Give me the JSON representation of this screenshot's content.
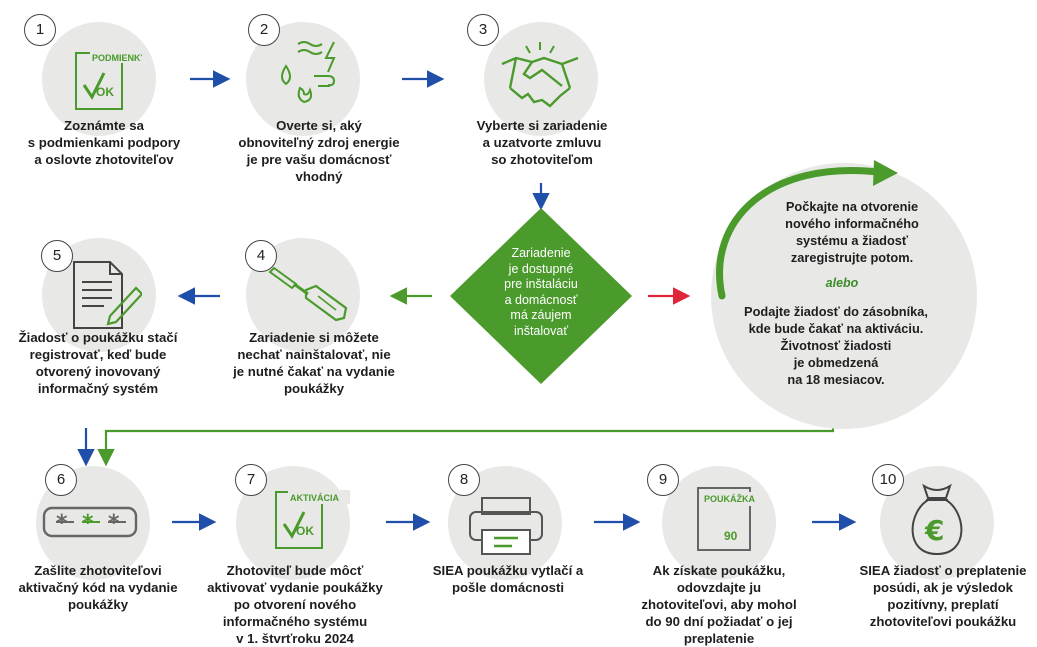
{
  "colors": {
    "green": "#4a9a2c",
    "blue": "#1f4fa8",
    "red": "#e0243a",
    "circle_bg": "#e8e8e6",
    "diamond": "#4a9a2c"
  },
  "steps": [
    {
      "num": "1",
      "caption": [
        "Zoznámte sa",
        "s podmienkami podpory",
        "a oslovte zhotoviteľov"
      ],
      "icon": "checklist-ok-icon",
      "icon_label": "PODMIENKY"
    },
    {
      "num": "2",
      "caption": [
        "Overte si, aký",
        "obnoviteľný zdroj energie",
        "je pre vašu domácnosť",
        "vhodný"
      ],
      "icon": "renewable-energy-icon"
    },
    {
      "num": "3",
      "caption": [
        "Vyberte si zariadenie",
        "a uzatvorte zmluvu",
        "so zhotoviteľom"
      ],
      "icon": "handshake-icon"
    },
    {
      "num": "4",
      "caption": [
        "Zariadenie si môžete",
        "nechať nainštalovať, nie",
        "je nutné čakať na vydanie",
        "poukážky"
      ],
      "icon": "screwdriver-icon"
    },
    {
      "num": "5",
      "caption": [
        "Žiadosť o poukážku stačí",
        "registrovať, keď bude",
        "otvorený inovovaný",
        "informačný systém"
      ],
      "icon": "document-pen-icon"
    },
    {
      "num": "6",
      "caption": [
        "Zašlite zhotoviteľovi",
        "aktivačný kód na vydanie",
        "poukážky"
      ],
      "icon": "activation-code-icon"
    },
    {
      "num": "7",
      "caption": [
        "Zhotoviteľ bude môcť",
        "aktivovať vydanie poukážky",
        "po otvorení nového",
        "informačného systému",
        "v 1. štvrťroku 2024"
      ],
      "icon": "activation-ok-icon",
      "icon_label": "AKTIVÁCIA"
    },
    {
      "num": "8",
      "caption": [
        "SIEA poukážku vytlačí a",
        "pošle domácnosti"
      ],
      "icon": "printer-icon"
    },
    {
      "num": "9",
      "caption": [
        "Ak získate poukážku,",
        "odovzdajte ju",
        "zhotoviteľovi, aby mohol",
        "do 90 dní požiadať o jej",
        "preplatenie"
      ],
      "icon": "voucher-icon",
      "icon_label": "POUKÁŽKA",
      "icon_value": "90"
    },
    {
      "num": "10",
      "caption": [
        "SIEA žiadosť o preplatenie",
        "posúdi, ak je výsledok",
        "pozitívny, preplatí",
        "zhotoviteľovi poukážku"
      ],
      "icon": "euro-moneybag-icon"
    }
  ],
  "decision": {
    "text": [
      "Zariadenie",
      "je dostupné",
      "pre inštaláciu",
      "a domácnosť",
      "má záujem",
      "inštalovať"
    ]
  },
  "waiting": {
    "text_top": [
      "Počkajte na otvorenie",
      "nového informačného",
      "systému a žiadosť",
      "zaregistrujte potom."
    ],
    "alebo": "alebo",
    "text_bottom": [
      "Podajte žiadosť do zásobníka,",
      "kde bude čakať na aktiváciu.",
      "Životnosť žiadosti",
      "je obmedzená",
      "na 18 mesiacov."
    ]
  }
}
